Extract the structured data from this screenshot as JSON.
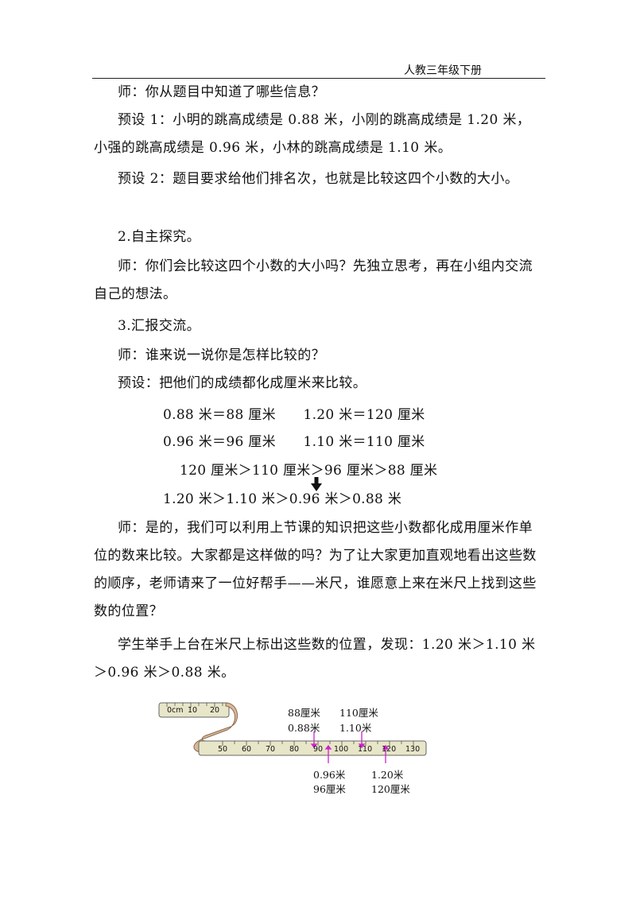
{
  "header": {
    "title": "人教三年级下册"
  },
  "paragraphs": {
    "p1": "师：你从题目中知道了哪些信息？",
    "p2": "预设 1：小明的跳高成绩是 0.88 米，小刚的跳高成绩是 1.20 米，小强的跳高成绩是 0.96 米，小林的跳高成绩是 1.10 米。",
    "p3": "预设 2：题目要求给他们排名次，也就是比较这四个小数的大小。",
    "p4": "2.自主探究。",
    "p5": "师：你们会比较这四个小数的大小吗？先独立思考，再在小组内交流自己的想法。",
    "p6": "3.汇报交流。",
    "p7": "师：谁来说一说你是怎样比较的？",
    "p8": "预设：把他们的成绩都化成厘米来比较。",
    "eq1": "0.88 米＝88 厘米　　1.20 米＝120 厘米",
    "eq2": "0.96 米＝96 厘米　　1.10 米＝110 厘米",
    "eq3": "120 厘米＞110 厘米＞96 厘米＞88 厘米",
    "eq4": "1.20 米＞1.10 米＞0.96 米＞0.88 米",
    "p9": "师：是的，我们可以利用上节课的知识把这些小数都化成用厘米作单位的数来比较。大家都是这样做的吗？为了让大家更加直观地看出这些数的顺序，老师请来了一位好帮手——米尺，谁愿意上来在米尺上找到这些数的位置？",
    "p10": "学生举手上台在米尺上标出这些数的位置，发现：1.20 米＞1.10 米＞0.96 米＞0.88 米。"
  },
  "ruler": {
    "top_ticks": [
      "0cm",
      "10",
      "20"
    ],
    "bottom_ticks": [
      "50",
      "60",
      "70",
      "80",
      "90",
      "100",
      "110",
      "120",
      "130"
    ],
    "marks": {
      "m88_cm": "88厘米",
      "m88_m": "0.88米",
      "m110_cm": "110厘米",
      "m110_m": "1.10米",
      "m96_m": "0.96米",
      "m96_cm": "96厘米",
      "m120_m": "1.20米",
      "m120_cm": "120厘米"
    },
    "marker_color": "#d020d0",
    "tape_color": "#e8e6c8",
    "band_color": "#d9b89a"
  }
}
